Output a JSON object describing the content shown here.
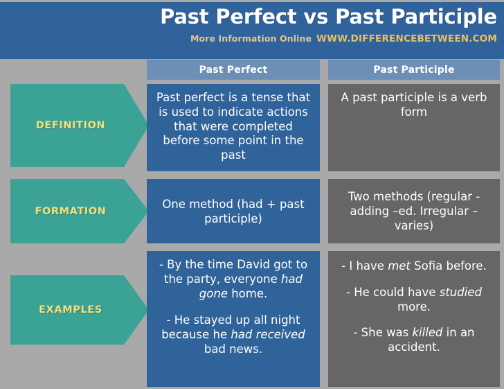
{
  "colors": {
    "background": "#a9a9a9",
    "header_blue": "#30629b",
    "cell_blue": "#2f6399",
    "cell_gray": "#666666",
    "col_header_blue": "#6e8fb5",
    "arrow_teal": "#3ba396",
    "arrow_text_yellow": "#f2e07a",
    "subtitle_tan": "#e3c58f",
    "subtitle_gold": "#ecc060"
  },
  "header": {
    "title": "Past Perfect vs Past Participle",
    "subtitle_prefix": "More Information Online",
    "subtitle_site": "WWW.DIFFERENCEBETWEEN.COM"
  },
  "columns": [
    {
      "label": "Past Perfect"
    },
    {
      "label": "Past Participle"
    }
  ],
  "rows": [
    {
      "label": "DEFINITION",
      "left": {
        "text": "Past perfect is a tense that is used to indicate actions that were completed before some point in the past"
      },
      "right": {
        "text": "A past participle is a verb form"
      }
    },
    {
      "label": "FORMATION",
      "left": {
        "text": "One method (had + past participle)"
      },
      "right": {
        "text": "Two methods (regular -adding –ed. Irregular –varies)"
      }
    },
    {
      "label": "EXAMPLES",
      "left": {
        "examples": [
          {
            "pre": "- By the time David got to the party, everyone ",
            "em": "had gone",
            "post": " home."
          },
          {
            "pre": "- He stayed up all night because he ",
            "em": "had received",
            "post": " bad news."
          }
        ]
      },
      "right": {
        "examples": [
          {
            "pre": "- I have ",
            "em": "met",
            "post": " Sofia before."
          },
          {
            "pre": "- He could have ",
            "em": "studied",
            "post": " more."
          },
          {
            "pre": "- She was ",
            "em": "killed",
            "post": " in an accident."
          }
        ]
      }
    }
  ]
}
